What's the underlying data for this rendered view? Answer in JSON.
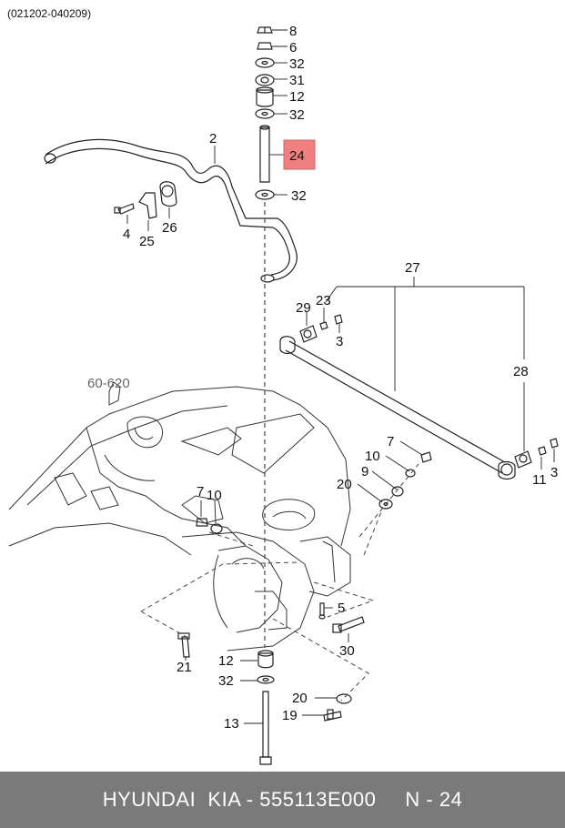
{
  "header": {
    "date_code": "(021202-040209)"
  },
  "labels": {
    "n8": "8",
    "n6": "6",
    "n32a": "32",
    "n31": "31",
    "n12a": "12",
    "n32b": "32",
    "n24": "24",
    "n2": "2",
    "n32c": "32",
    "n4": "4",
    "n25": "25",
    "n26": "26",
    "n27": "27",
    "n29": "29",
    "n23": "23",
    "n3a": "3",
    "n28": "28",
    "n60_620": "60-620",
    "n7a": "7",
    "n10a": "10",
    "n9": "9",
    "n20a": "20",
    "n11": "11",
    "n3b": "3",
    "n7b": "7",
    "n10b": "10",
    "n5": "5",
    "n30": "30",
    "n21": "21",
    "n12b": "12",
    "n32d": "32",
    "n20b": "20",
    "n19": "19",
    "n13": "13"
  },
  "highlight": {
    "part": "24",
    "color": "#f08080"
  },
  "footer": {
    "brand": "HYUNDAI  KIA - 555113E000",
    "page": "N - 24"
  }
}
